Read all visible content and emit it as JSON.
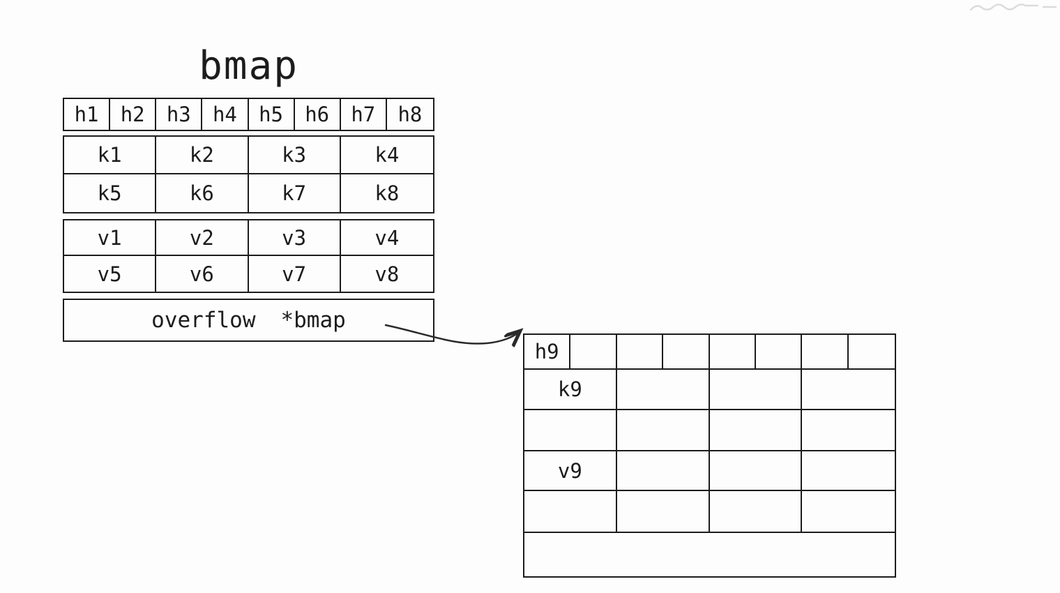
{
  "title": "bmap",
  "colors": {
    "ink": "#1c1c1c",
    "background": "#fdfdfd",
    "watermark": "#dcdcdc"
  },
  "bucket1": {
    "tophash": [
      "h1",
      "h2",
      "h3",
      "h4",
      "h5",
      "h6",
      "h7",
      "h8"
    ],
    "key_rows": [
      [
        "k1",
        "k2",
        "k3",
        "k4"
      ],
      [
        "k5",
        "k6",
        "k7",
        "k8"
      ]
    ],
    "value_rows": [
      [
        "v1",
        "v2",
        "v3",
        "v4"
      ],
      [
        "v5",
        "v6",
        "v7",
        "v8"
      ]
    ],
    "overflow_label": "overflow",
    "overflow_value": "*bmap"
  },
  "bucket2": {
    "tophash": [
      "h9",
      "",
      "",
      "",
      "",
      "",
      "",
      ""
    ],
    "key_rows": [
      [
        "k9",
        "",
        "",
        ""
      ],
      [
        "",
        "",
        "",
        ""
      ]
    ],
    "value_rows": [
      [
        "v9",
        "",
        "",
        ""
      ],
      [
        "",
        "",
        "",
        ""
      ]
    ],
    "overflow_label": "",
    "overflow_value": ""
  }
}
